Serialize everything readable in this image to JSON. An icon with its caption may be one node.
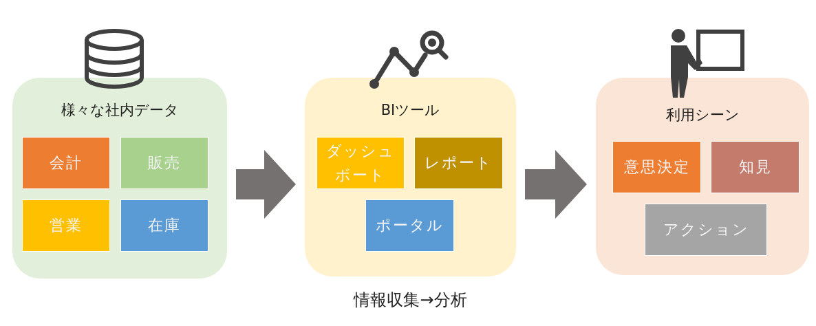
{
  "diagram": {
    "nodes": [
      {
        "text": [
          "様々な社内データ"
        ]
      },
      {
        "text": [
          "会計"
        ],
        "in": 0
      },
      {
        "text": [
          "販売"
        ],
        "in": 0
      },
      {
        "text": [
          "営業"
        ],
        "in": 0
      },
      {
        "text": [
          "在庫"
        ],
        "in": 0
      },
      {
        "text": [
          "BIツール"
        ],
        "beside": [
          "情報収集→分析"
        ]
      },
      {
        "text": [
          "ダッシュボート"
        ],
        "in": 5
      },
      {
        "text": [
          "レポート"
        ],
        "in": 5
      },
      {
        "text": [
          "ポータル"
        ],
        "in": 5
      },
      {
        "text": [
          "利用シーン"
        ]
      },
      {
        "text": [
          "意思決定"
        ],
        "in": 9
      },
      {
        "text": [
          "知見"
        ],
        "in": 9
      },
      {
        "text": [
          "アクション"
        ],
        "in": 9
      }
    ],
    "edges": [
      {
        "from": 0,
        "to": 5,
        "arrow": "to"
      },
      {
        "from": 5,
        "to": 9,
        "arrow": "to"
      }
    ]
  }
}
